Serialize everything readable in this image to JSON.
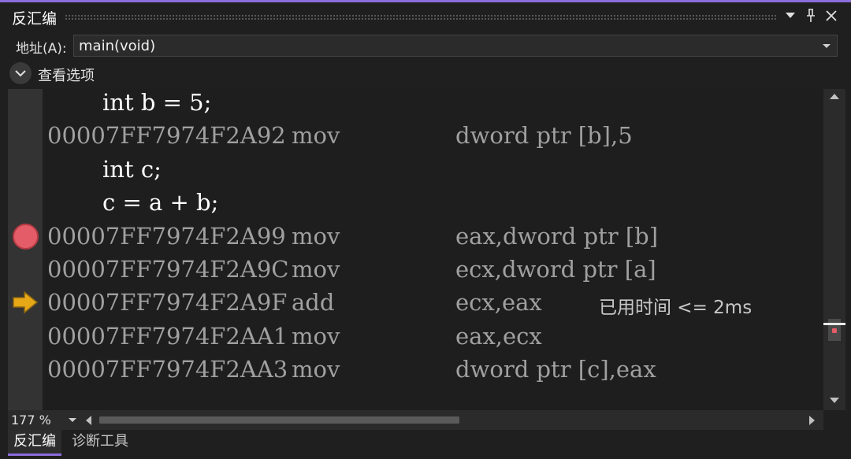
{
  "window": {
    "title": "反汇编",
    "buttons": [
      "dropdown-icon",
      "pin-icon",
      "close-icon"
    ]
  },
  "address": {
    "label": "地址(A):",
    "value": "main(void)"
  },
  "view_options": {
    "label": "查看选项"
  },
  "source_lines": [
    {
      "text": "int b = 5;"
    },
    {
      "text": "int c;"
    },
    {
      "text": "c = a + b;"
    }
  ],
  "asm_lines": [
    {
      "address": "00007FF7974F2A92",
      "opcode": "mov",
      "operands": "dword ptr [b],5"
    },
    {
      "address": "00007FF7974F2A99",
      "opcode": "mov",
      "operands": "eax,dword ptr [b]",
      "breakpoint": true
    },
    {
      "address": "00007FF7974F2A9C",
      "opcode": "mov",
      "operands": "ecx,dword ptr [a]"
    },
    {
      "address": "00007FF7974F2A9F",
      "opcode": "add",
      "operands": "ecx,eax",
      "current": true
    },
    {
      "address": "00007FF7974F2AA1",
      "opcode": "mov",
      "operands": "eax,ecx"
    },
    {
      "address": "00007FF7974F2AA3",
      "opcode": "mov",
      "operands": "dword ptr [c],eax"
    }
  ],
  "perf_hint": "已用时间 <= 2ms",
  "zoom": {
    "value": "177 %"
  },
  "tabs": [
    {
      "label": "反汇编",
      "active": true
    },
    {
      "label": "诊断工具",
      "active": false
    }
  ],
  "colors": {
    "accent": "#8b6ddb",
    "breakpoint": "#e45c67",
    "instruction_pointer": "#e6a817"
  }
}
